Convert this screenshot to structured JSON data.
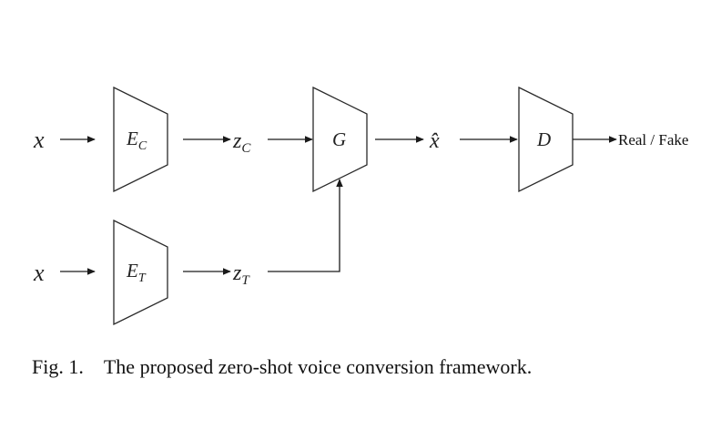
{
  "diagram": {
    "inputs": {
      "content_input": {
        "base": "x"
      },
      "timbre_input": {
        "base": "x"
      }
    },
    "blocks": {
      "content_encoder": {
        "base": "E",
        "sub": "C"
      },
      "timbre_encoder": {
        "base": "E",
        "sub": "T"
      },
      "generator": {
        "base": "G"
      },
      "discriminator": {
        "base": "D"
      }
    },
    "signals": {
      "content_code": {
        "base": "z",
        "sub": "C"
      },
      "timbre_code": {
        "base": "z",
        "sub": "T"
      },
      "converted": {
        "base": "x̂"
      }
    },
    "output_label": "Real / Fake"
  },
  "caption": {
    "label": "Fig. 1.",
    "text": "The proposed zero-shot voice conversion framework."
  }
}
